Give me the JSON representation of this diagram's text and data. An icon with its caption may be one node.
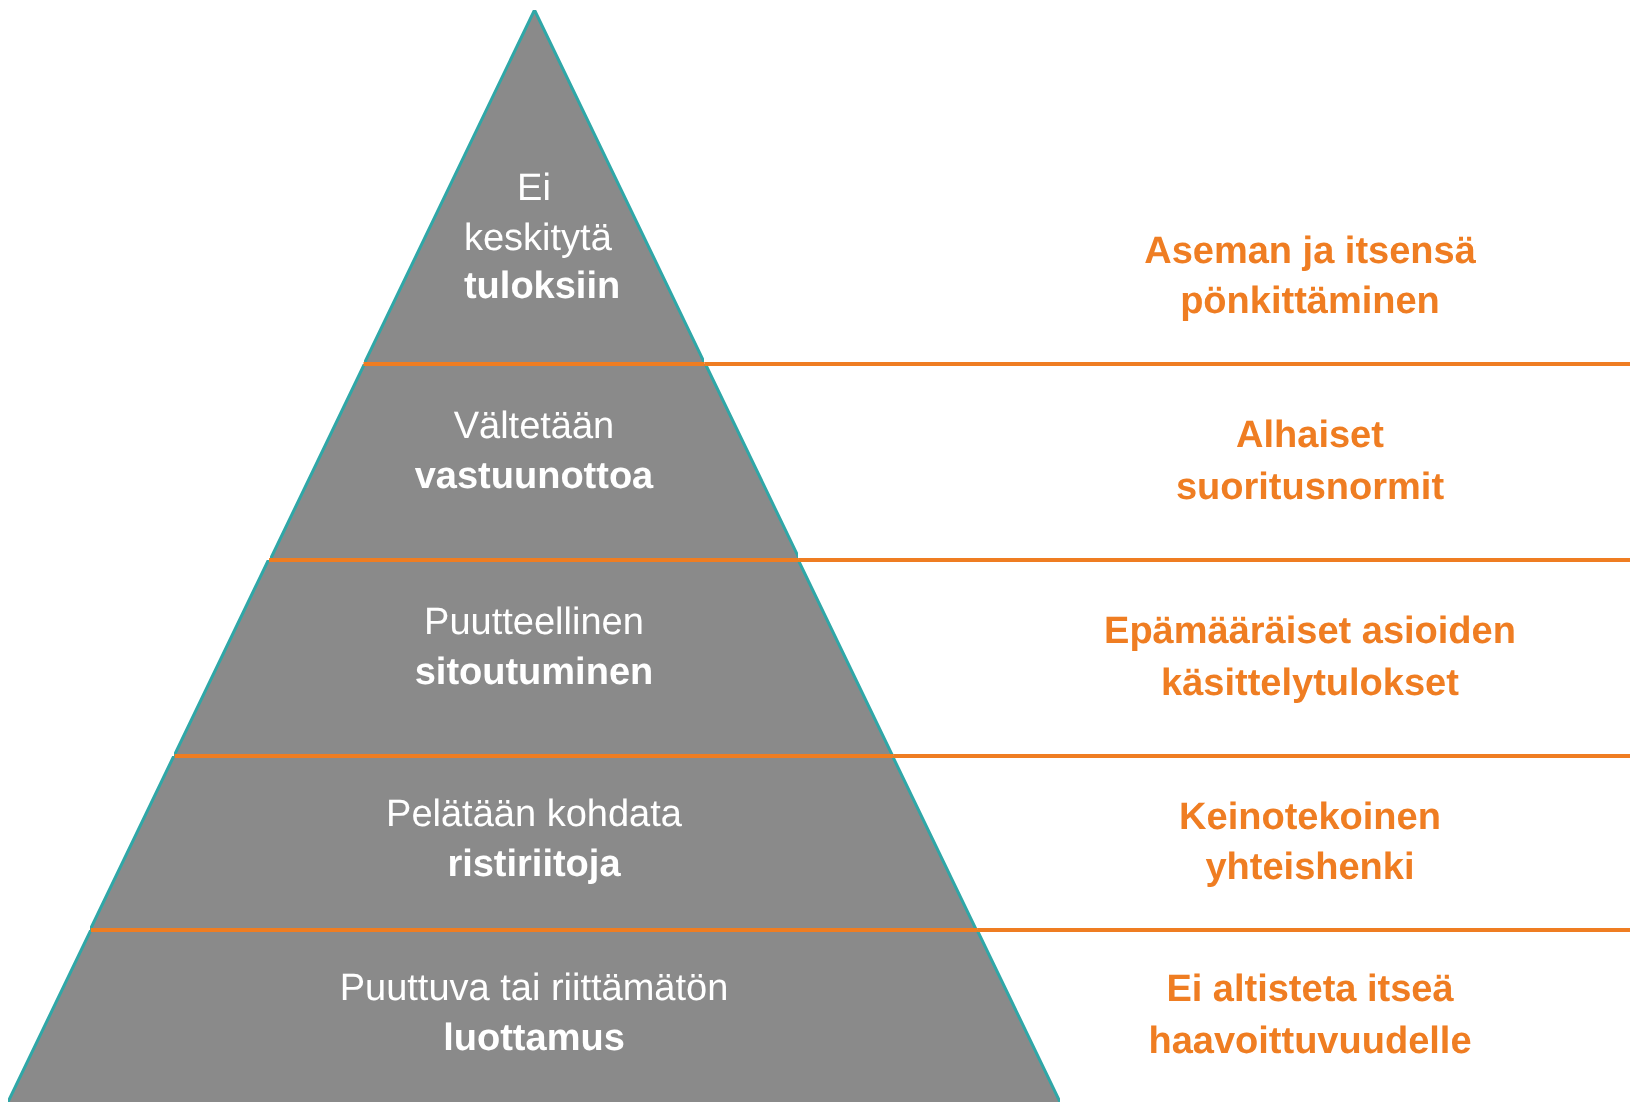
{
  "diagram": {
    "nodes": [
      {
        "text": [
          "Ei keskitytä **tuloksiin**"
        ]
      },
      {
        "text": [
          "Vältetään **vastuunottoa**"
        ]
      },
      {
        "text": [
          "Puutteellinen **sitoutuminen**"
        ]
      },
      {
        "text": [
          "Pelätään kohdata **ristiriitoja**"
        ]
      },
      {
        "text": [
          "Puuttuva tai riittämätön **luottamus**"
        ]
      }
    ],
    "labels": [
      "Aseman ja itsensä pönkittäminen",
      "Alhaiset suoritusnormit",
      "Epämääräiset asioiden käsittelytulokset",
      "Keinotekoinen yhteishenki",
      "Ei altisteta itseä haavoittuvuudelle"
    ]
  }
}
